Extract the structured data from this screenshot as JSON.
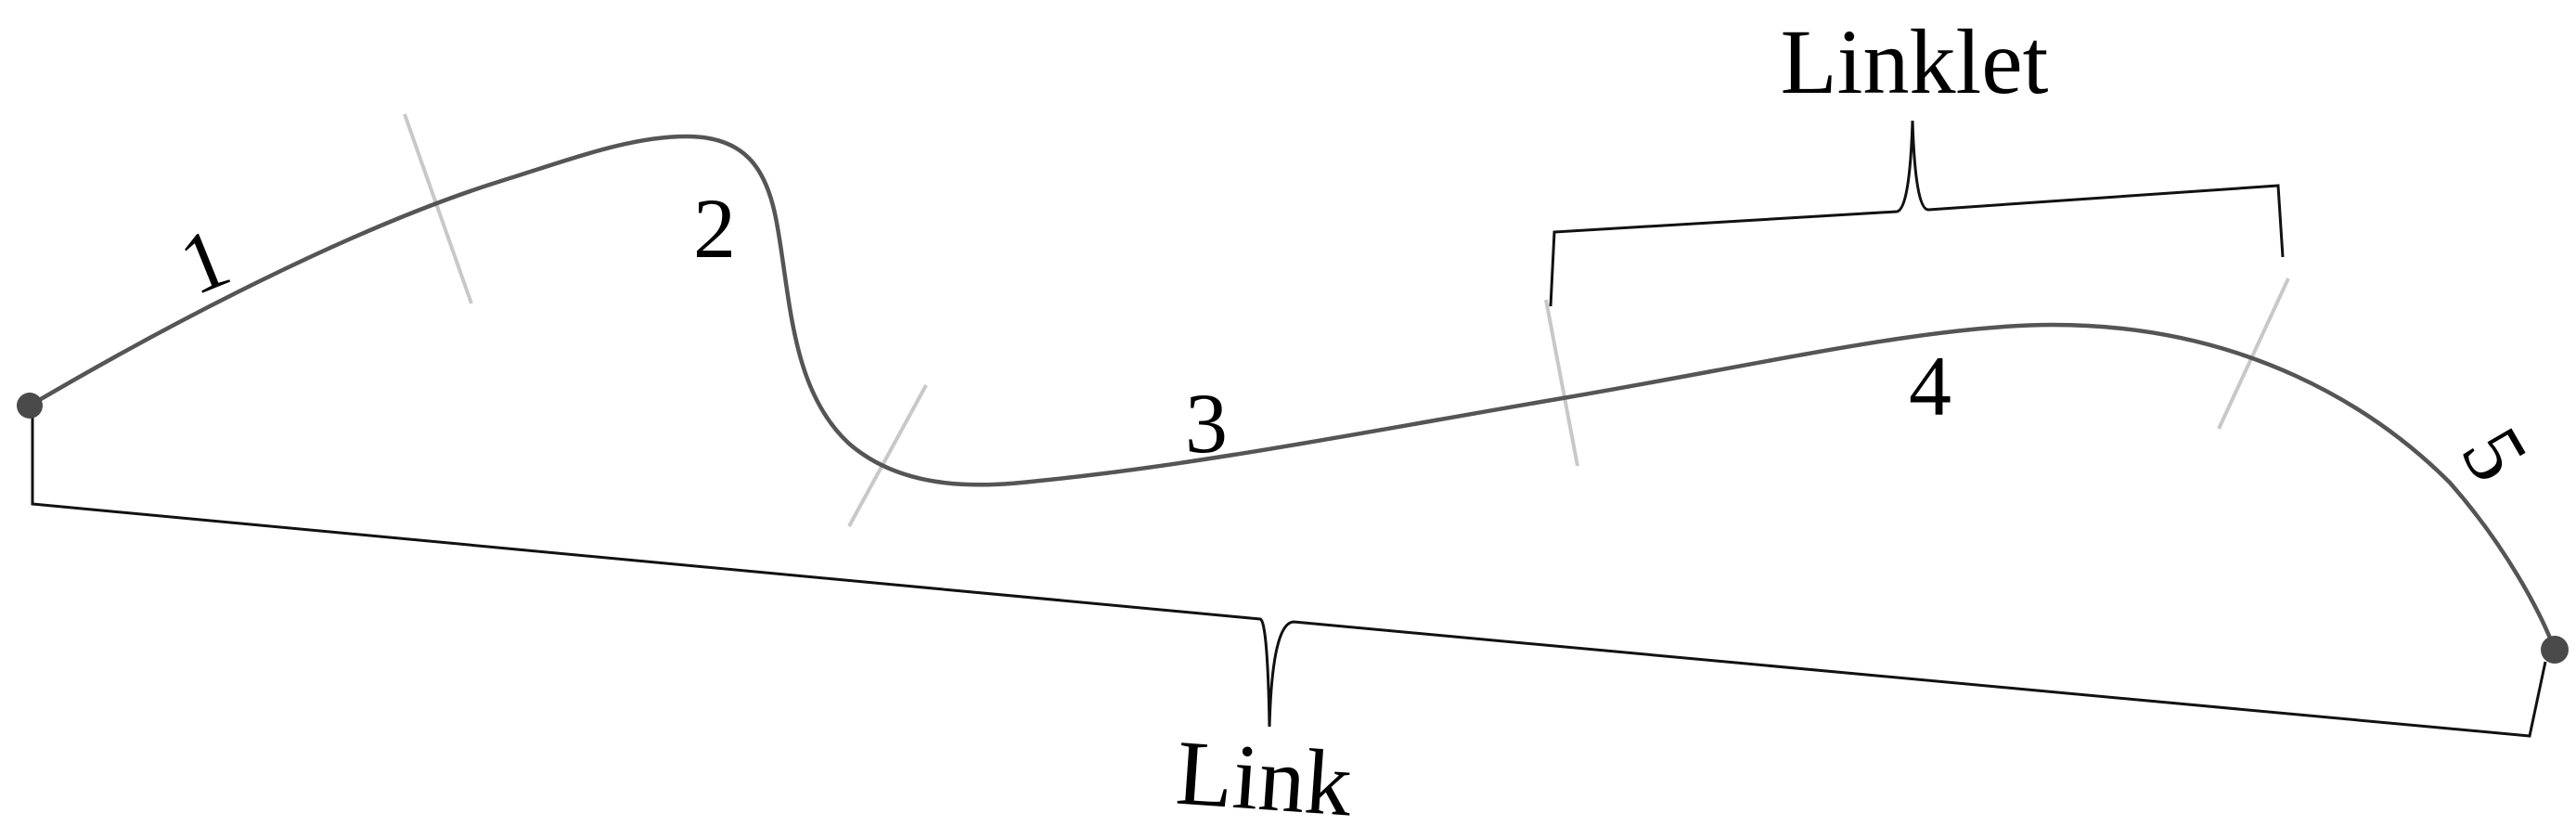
{
  "diagram": {
    "title_labels": {
      "linklet": "Linklet",
      "link": "Link"
    },
    "segments": [
      {
        "id": 1,
        "label": "1"
      },
      {
        "id": 2,
        "label": "2"
      },
      {
        "id": 3,
        "label": "3"
      },
      {
        "id": 4,
        "label": "4"
      },
      {
        "id": 5,
        "label": "5"
      }
    ],
    "colors": {
      "curve": "#555555",
      "segment_ticks": "#c8c8c8",
      "braces": "#111111",
      "endpoints": "#4a4a4a",
      "background": "#ffffff"
    }
  }
}
